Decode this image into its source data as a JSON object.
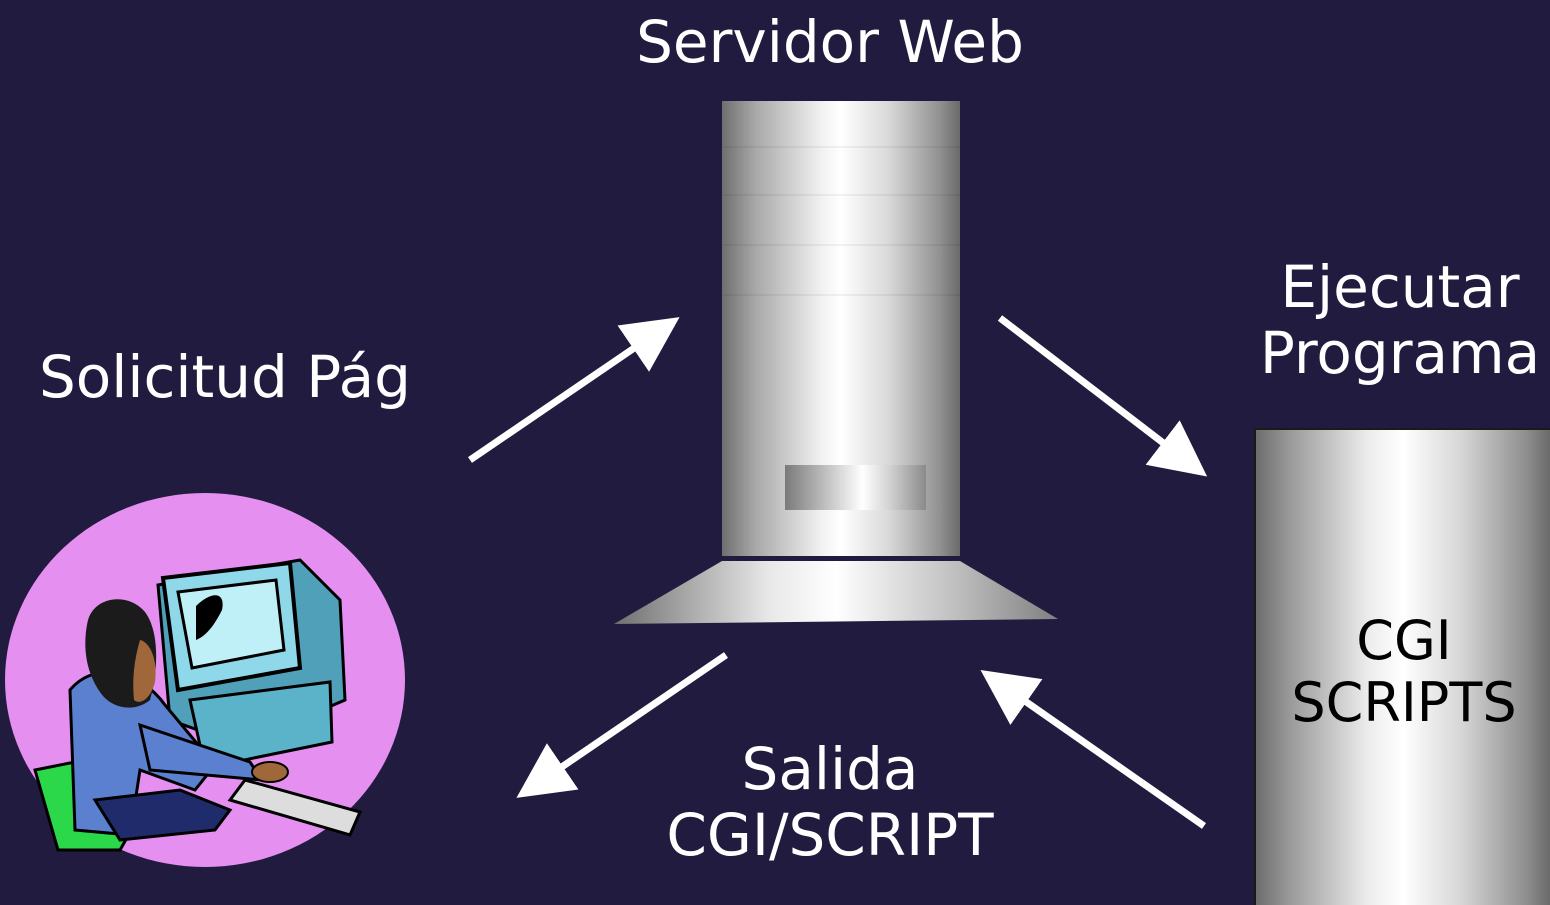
{
  "labels": {
    "server": "Servidor Web",
    "request": "Solicitud Pág",
    "execute_line1": "Ejecutar",
    "execute_line2": "Programa",
    "output_line1": "Salida",
    "output_line2": "CGI/SCRIPT"
  },
  "scripts_box": {
    "line1": "CGI",
    "line2": "SCRIPTS"
  },
  "colors": {
    "background": "#211b3f",
    "text": "#ffffff",
    "arrow": "#ffffff",
    "clipart_circle": "#e58ff0",
    "metal_light": "#ffffff",
    "metal_dark": "#6f6f6f"
  },
  "icons": {
    "user": "person-at-computer-icon",
    "server": "server-tower-icon"
  }
}
